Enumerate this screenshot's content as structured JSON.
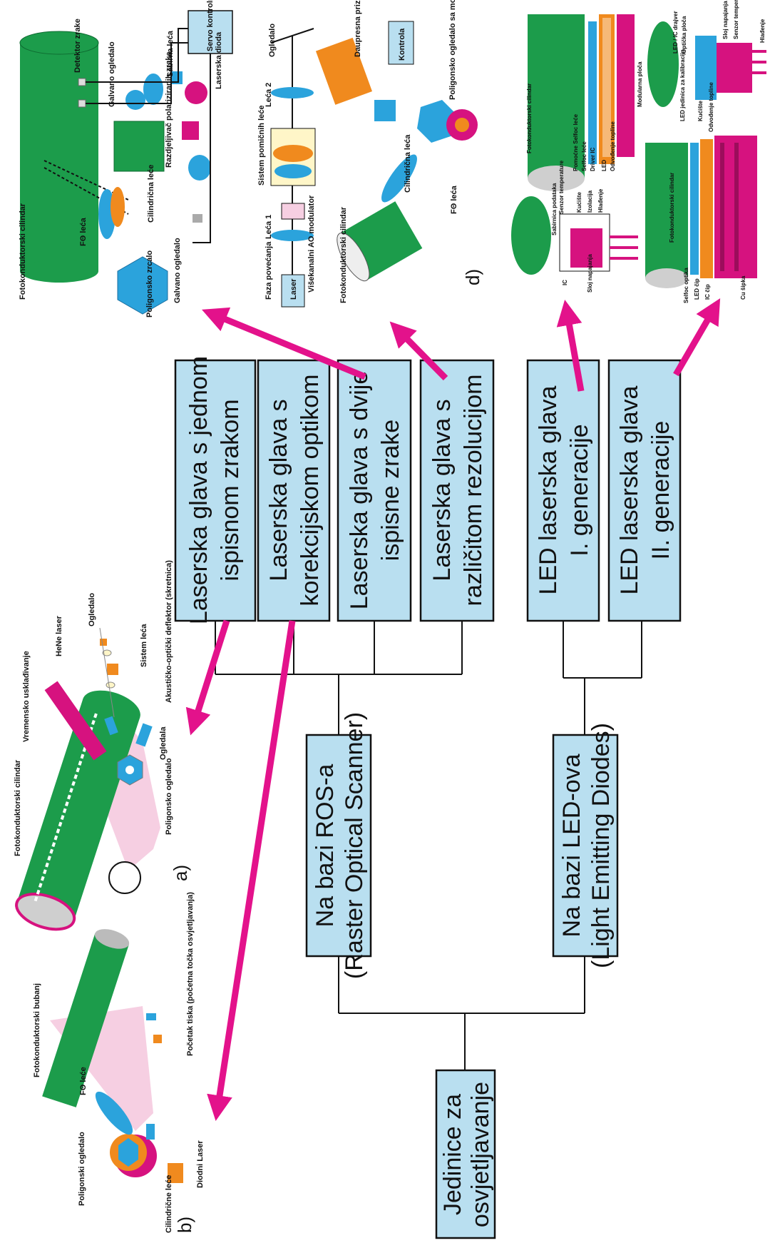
{
  "colors": {
    "box_fill": "#b9dff0",
    "arrow": "#e3128b",
    "drum_green": "#1c9c4b",
    "part_blue": "#2ba3dc",
    "part_orange": "#f08a1e",
    "part_magenta": "#d6127f",
    "beam_pink": "#f6cfe2"
  },
  "tree": {
    "root": [
      "Jedinice za",
      "osvjetljavanje"
    ],
    "ros": [
      "Na bazi ROS-a",
      "(Raster Optical Scanner)"
    ],
    "led": [
      "Na bazi LED-ova",
      "(Light Emitting Diodes)"
    ],
    "leaves": [
      [
        "Laserska glava s jednom",
        "ispisnom zrakom"
      ],
      [
        "Laserska glava s",
        "korekcijskom optikom"
      ],
      [
        "Laserska glava s dvije",
        "ispisne zrake"
      ],
      [
        "Laserska glava s",
        "različitom rezolucijom"
      ],
      [
        "LED laserska glava",
        "I. generacije"
      ],
      [
        "LED laserska glava",
        "II. generacije"
      ]
    ]
  },
  "panel_a": {
    "letter": "a)",
    "labels": [
      "Fotokonduktorski cilindar",
      "Vremensko usklađivanje",
      "HeNe laser",
      "Ogledalo",
      "Sistem leća",
      "Akustičko-optički deflektor (skretnica)",
      "Ogledala",
      "Poligonsko ogledalo"
    ]
  },
  "panel_b": {
    "letter": "b)",
    "labels": [
      "Fotokonduktorski bubanj",
      "FΘ leće",
      "Poligonski ogledalo",
      "Cilindrične leće",
      "Diodni Laser",
      "Početak tiska (početna točka osvjetljavanja)"
    ]
  },
  "panel_c": {
    "labels": [
      "Fotokonduktorski cilindar",
      "FΘ leća",
      "Poligonsko zrcalo",
      "Galvano ogledalo",
      "Cilindrična leće",
      "Razdjeljivač polariziranih zraka",
      "Sabirna leća",
      "Laserska dioda",
      "Detektor zrake",
      "Galvano ogledalo",
      "Servo kontrolni sistem"
    ]
  },
  "panel_d": {
    "letter": "d)",
    "labels": [
      "Laser",
      "Faza povećanja",
      "Leća 1",
      "Višekanalni AO modulator",
      "Sistem pomičnih leće",
      "Leća 2",
      "Ogledalo",
      "Daupresna prizma",
      "Kontrola",
      "Cilindrična leća",
      "Poligonsko ogledalo sa motorom",
      "FΘ leća",
      "Fotokonduktorski cilindar"
    ]
  },
  "panel_led1": {
    "labels": [
      "Fotokonduktorski cilindar",
      "Pomoćne Selfoc leće",
      "Selfoc leće",
      "Driver IC",
      "LED",
      "Odvođenje topline",
      "Modularna ploča",
      "Senzor temperature",
      "Sabirnica podataka",
      "Kućište",
      "Izolacija",
      "Hlađenje",
      "Sloj napajanja",
      "IC"
    ]
  },
  "panel_led2": {
    "labels": [
      "Fotokonduktorski cilindar",
      "Selfoc optika",
      "LED / IC drajver",
      "Optička ploča",
      "Sloj napajanja",
      "Senzor temperature",
      "Hlađenje",
      "Odvođenje topline",
      "Kućište",
      "LED čip",
      "IC čip",
      "Cu šipka",
      "LED jedinica za kalibraciju"
    ]
  }
}
